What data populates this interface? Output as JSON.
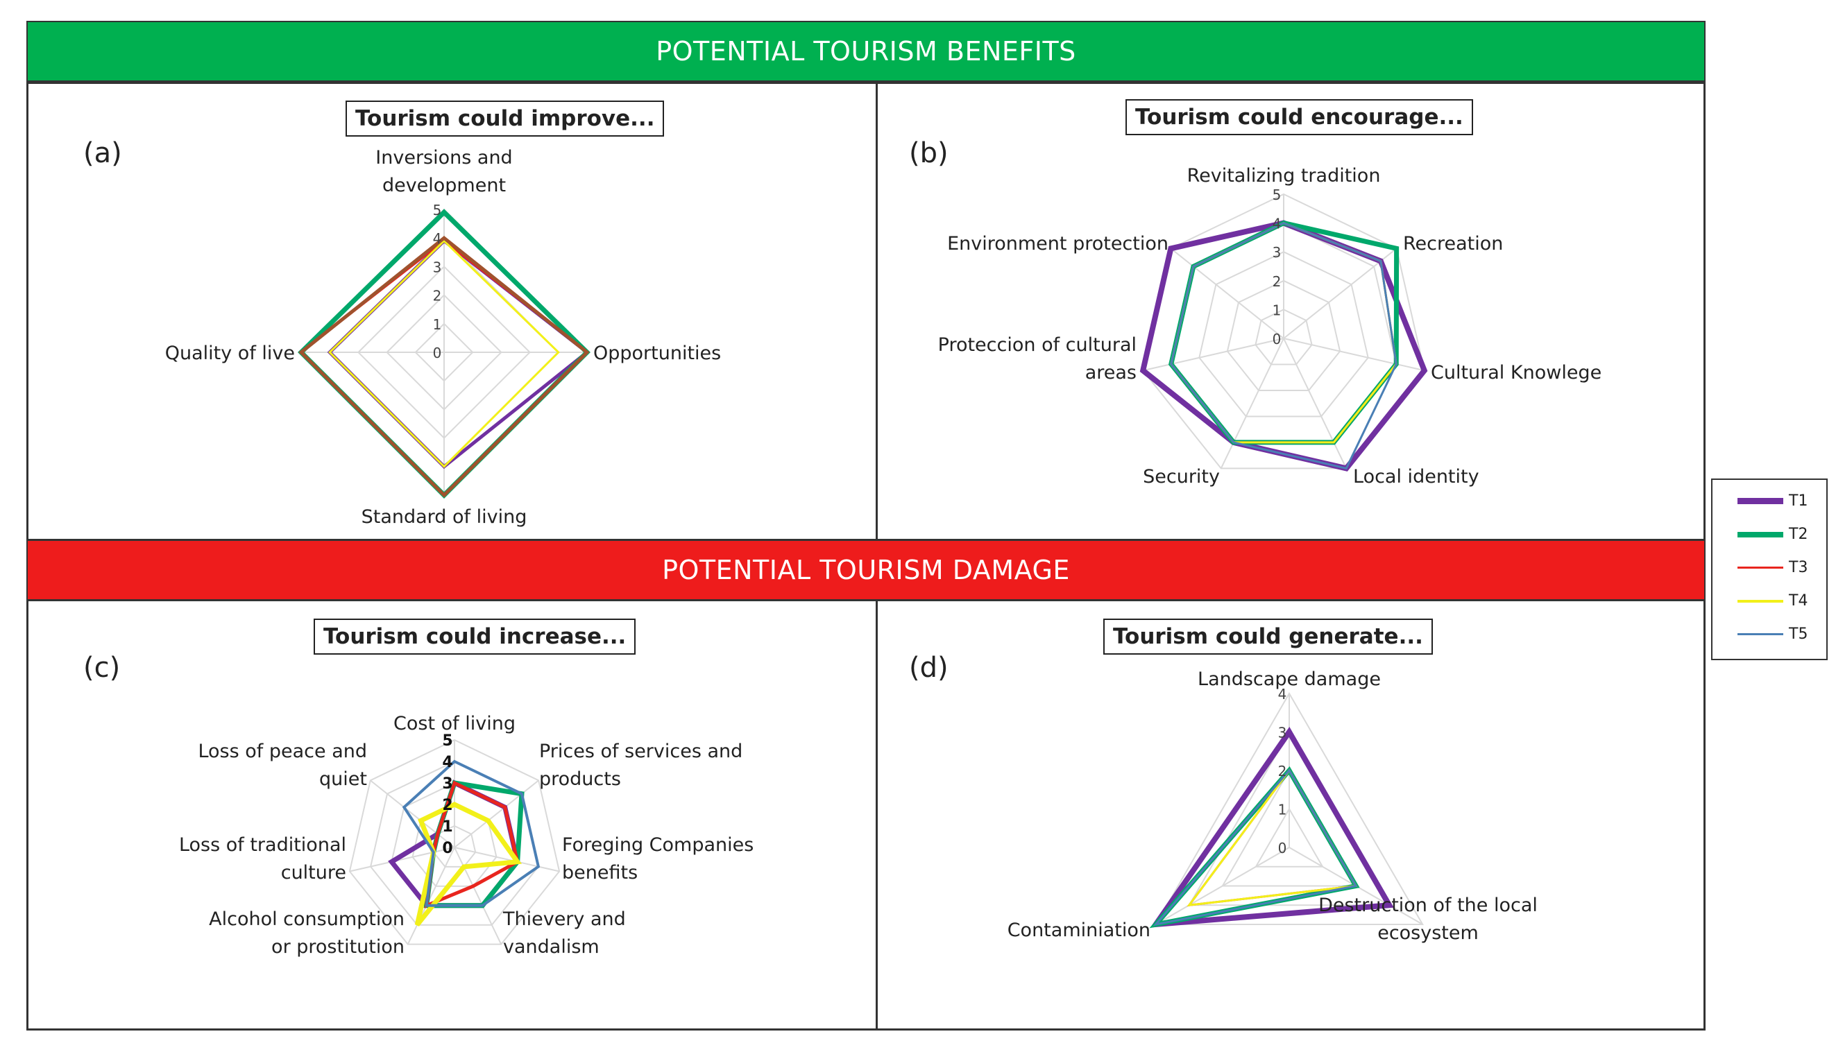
{
  "banners": {
    "benefits": "POTENTIAL TOURISM BENEFITS",
    "damage": "POTENTIAL TOURISM DAMAGE"
  },
  "series_colors": {
    "T1": "#7030a0",
    "T2": "#00a86b",
    "T3": "#e8251e",
    "T4": "#f2f01a",
    "T5": "#4a7fb5",
    "extra": "#a0522d"
  },
  "legend": [
    "T1",
    "T2",
    "T3",
    "T4",
    "T5"
  ],
  "chart_data": [
    {
      "type": "radar",
      "panel": "(a)",
      "title": "Tourism could improve...",
      "axes": [
        "Inversions and development",
        "Opportunities",
        "Standard of living",
        "Quality of live"
      ],
      "axis_label_lines": [
        [
          "Inversions and",
          "development"
        ],
        [
          "Opportunities"
        ],
        [
          "Standard of living"
        ],
        [
          "Quality of live"
        ]
      ],
      "ticks": [
        "0",
        "1",
        "2",
        "3",
        "4",
        "5"
      ],
      "rmin": 0,
      "rmax": 5,
      "series": [
        {
          "name": "T1",
          "values": [
            3.9,
            5.0,
            4.0,
            4.0
          ]
        },
        {
          "name": "T2",
          "values": [
            4.9,
            5.0,
            5.0,
            5.0
          ]
        },
        {
          "name": "T3",
          "values": [
            3.9,
            5.0,
            5.0,
            5.0
          ]
        },
        {
          "name": "T4",
          "values": [
            3.9,
            4.0,
            4.0,
            4.0
          ]
        },
        {
          "series_key": "extra",
          "values": [
            4.0,
            5.0,
            5.0,
            5.0
          ]
        }
      ]
    },
    {
      "type": "radar",
      "panel": "(b)",
      "title": "Tourism could encourage...",
      "axes": [
        "Revitalizing tradition",
        "Recreation",
        "Cultural Knowlege",
        "Local identity",
        "Security",
        "Proteccion of cultural areas",
        "Environment protection"
      ],
      "axis_label_lines": [
        [
          "Revitalizing tradition"
        ],
        [
          "Recreation"
        ],
        [
          "Cultural Knowlege"
        ],
        [
          "Local identity"
        ],
        [
          "Security"
        ],
        [
          "Proteccion of cultural",
          "areas"
        ],
        [
          "Environment protection"
        ]
      ],
      "ticks": [
        "0",
        "1",
        "2",
        "3",
        "4",
        "5"
      ],
      "rmin": 0,
      "rmax": 5,
      "series": [
        {
          "name": "T1",
          "values": [
            4.0,
            4.3,
            5.0,
            5.0,
            4.0,
            5.0,
            5.0
          ]
        },
        {
          "name": "T2",
          "values": [
            4.0,
            5.0,
            4.0,
            4.0,
            4.0,
            4.0,
            4.0
          ]
        },
        {
          "name": "T3",
          "values": [
            4.0,
            4.3,
            4.0,
            4.0,
            4.0,
            4.0,
            4.0
          ]
        },
        {
          "name": "T4",
          "values": [
            4.0,
            4.3,
            4.0,
            4.0,
            4.0,
            4.0,
            4.0
          ]
        },
        {
          "name": "T5",
          "values": [
            4.0,
            4.3,
            4.0,
            5.0,
            4.0,
            4.0,
            4.0
          ]
        }
      ]
    },
    {
      "type": "radar",
      "panel": "(c)",
      "title": "Tourism could increase...",
      "axes": [
        "Cost of living",
        "Prices of services and products",
        "Foreging Companies benefits",
        "Thievery and vandalism",
        "Alcohol consumption or prostitution",
        "Loss of traditional culture",
        "Loss of peace and quiet"
      ],
      "axis_label_lines": [
        [
          "Cost of living"
        ],
        [
          "Prices of services and",
          "products"
        ],
        [
          "Foreging Companies",
          "benefits"
        ],
        [
          "Thievery and",
          "vandalism"
        ],
        [
          "Alcohol consumption",
          "or prostitution"
        ],
        [
          "Loss of traditional",
          "culture"
        ],
        [
          "Loss of peace and",
          "quiet"
        ]
      ],
      "ticks": [
        "0",
        "1",
        "2",
        "3",
        "4",
        "5"
      ],
      "rmin": 0,
      "rmax": 5,
      "series": [
        {
          "name": "T1",
          "values": [
            3,
            3,
            3,
            3,
            3,
            3,
            1
          ]
        },
        {
          "name": "T2",
          "values": [
            3,
            4,
            3,
            3,
            3,
            1,
            1
          ]
        },
        {
          "name": "T3",
          "values": [
            3,
            3,
            3,
            2,
            3,
            1,
            1
          ]
        },
        {
          "name": "T4",
          "values": [
            2,
            2,
            3,
            1,
            4,
            1,
            2
          ]
        },
        {
          "name": "T5",
          "values": [
            4,
            4,
            4,
            3,
            3,
            1,
            3
          ]
        }
      ]
    },
    {
      "type": "radar",
      "panel": "(d)",
      "title": "Tourism could generate...",
      "axes": [
        "Landscape damage",
        "Destruction of the local ecosystem",
        "Contaminiation"
      ],
      "axis_label_lines": [
        [
          "Landscape damage"
        ],
        [
          "Destruction of the local",
          "ecosystem"
        ],
        [
          "Contaminiation"
        ]
      ],
      "ticks": [
        "0",
        "1",
        "2",
        "3",
        "4"
      ],
      "rmin": 0,
      "rmax": 4,
      "series": [
        {
          "name": "T1",
          "values": [
            3,
            3,
            4
          ]
        },
        {
          "name": "T2",
          "values": [
            2,
            2,
            4
          ]
        },
        {
          "name": "T3",
          "values": [
            2,
            2,
            3
          ]
        },
        {
          "name": "T4",
          "values": [
            2,
            2,
            3
          ]
        },
        {
          "name": "T5",
          "values": [
            2,
            2,
            4
          ]
        }
      ]
    }
  ]
}
